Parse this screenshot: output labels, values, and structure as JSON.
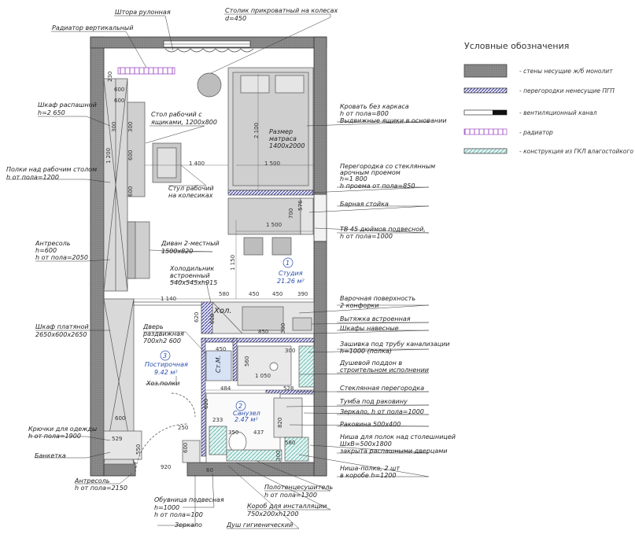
{
  "legend": {
    "title": "Условные обозначения",
    "items": [
      {
        "key": "wall",
        "label": "- стены несущие ж/б монолит"
      },
      {
        "key": "partition",
        "label": "- перегородки ненесущие ПГП"
      },
      {
        "key": "vent",
        "label": "- вентиляционный канал"
      },
      {
        "key": "radiator",
        "label": "- радиатор"
      },
      {
        "key": "gkl",
        "label": "- конструкция из ГКЛ влагостойкого"
      }
    ]
  },
  "rooms": {
    "studio": {
      "number": "1",
      "name": "Студия",
      "area": "21.26 м²"
    },
    "storage": {
      "number": "3",
      "name": "Постирочная",
      "area": "9.42 м²"
    },
    "bath": {
      "number": "2",
      "name": "Санузел",
      "area": "2.47 м²"
    }
  },
  "labels": {
    "curtain": "Штора рулонная",
    "table_wheels_1": "Столик прикроватный на колесах",
    "table_wheels_2": "d=450",
    "radiator_vert": "Радиатор вертикальный",
    "wardrobe_swing_1": "Шкаф распашной",
    "wardrobe_swing_2": "h=2 650",
    "desk_1": "Стол рабочий с",
    "desk_2": "ящиками, 1200х800",
    "shelves_1": "Полки над рабочим столом",
    "shelves_2": "h от пола=1200",
    "chair_1": "Стул рабочий",
    "chair_2": "на колесиках",
    "mezz1_1": "Антресоль",
    "mezz1_2": "h=600",
    "mezz1_3": "h от пола=2050",
    "sofa_1": "Диван 2-местный",
    "sofa_2": "1500х820",
    "fridge_1": "Холодильник",
    "fridge_2": "встроенный",
    "fridge_3": "540х545хh915",
    "door_1": "Дверь",
    "door_2": "раздвижная",
    "door_3": "700хh2 600",
    "wardrobe_cloth_1": "Шкаф платяной",
    "wardrobe_cloth_2": "2650х600х2650",
    "hooks_1": "Крючки для одежды",
    "hooks_2": "h от пола=1900",
    "bench": "Банкетка",
    "mezz2_1": "Антресоль",
    "mezz2_2": "h от пола=2150",
    "hoz": "Хоз.полки",
    "bed_1": "Кровать без каркаса",
    "bed_2": "h от пола=800",
    "bed_3": "Выдвижные ящики в основании",
    "mattress_1": "Размер",
    "mattress_2": "матраса",
    "mattress_3": "1400х2000",
    "glass_part_1": "Перегородка со стеклянным",
    "glass_part_2": "арочным проемом",
    "glass_part_3": "h=1 800",
    "glass_part_4": "h проема от пола=850",
    "bar": "Барная стойка",
    "tv_1": "ТВ 45 дюймов подвесной,",
    "tv_2": "h от пола=1000",
    "hob_1": "Варочная поверхность",
    "hob_2": "2 конфорки",
    "hood": "Вытяжка встроенная",
    "cabinets": "Шкафы навесные",
    "sewer_1": "Зашивка под трубу канализации",
    "sewer_2": "h=1000 (полка)",
    "shower_1": "Душевой поддон в",
    "shower_2": "строительном исполнении",
    "glass": "Стеклянная перегородка",
    "sink_cab": "Тумба под раковину",
    "mirror1": "Зеркало, h от пола=1000",
    "sink": "Раковина 500х400",
    "niche_1": "Ниша для полок над столешницей",
    "niche_2": "ШхВ=500х1800",
    "niche_3": "закрыта распашными дверцами",
    "niche2_1": "Ниша-полка, 2 шт",
    "niche2_2": "в коробе h=1200",
    "towel_1": "Полотенцесушитель",
    "towel_2": "h от пола=1300",
    "box_1": "Короб для инсталляции",
    "box_2": "750х200хh1200",
    "hyg_shower": "Душ гигиенический",
    "mirror2": "Зеркало",
    "shoe_1": "Обувница подвесная",
    "shoe_2": "h=1000",
    "shoe_3": "h от пола=100",
    "hol": "Хол.",
    "stm": "Ст.М."
  },
  "dims": {
    "d230": "230",
    "d600a": "600",
    "d600b": "600",
    "d300a": "300",
    "d1200": "1 200",
    "d300b": "300",
    "d600c": "600",
    "d600d": "600",
    "d2100": "2 100",
    "d1400": "1 400",
    "d1500a": "1 500",
    "d1500b": "1 500",
    "d700": "700",
    "d576": "576",
    "d1150": "1 150",
    "d1140": "1 140",
    "d580a": "580",
    "d450a": "450",
    "d450b": "450",
    "d390": "390",
    "d620a": "620",
    "d618": "618",
    "d850": "850",
    "d300c": "300",
    "d450c": "450",
    "d560": "560",
    "d1050": "1 050",
    "d300d": "300",
    "d484": "484",
    "d528": "528",
    "d620b": "620",
    "d820": "820",
    "d600e": "600",
    "d250": "250",
    "d233": "233",
    "d350": "350",
    "d437": "437",
    "d580b": "580",
    "d300e": "300",
    "d529": "529",
    "d550": "550",
    "d920": "920",
    "d600f": "600",
    "d60": "60"
  }
}
